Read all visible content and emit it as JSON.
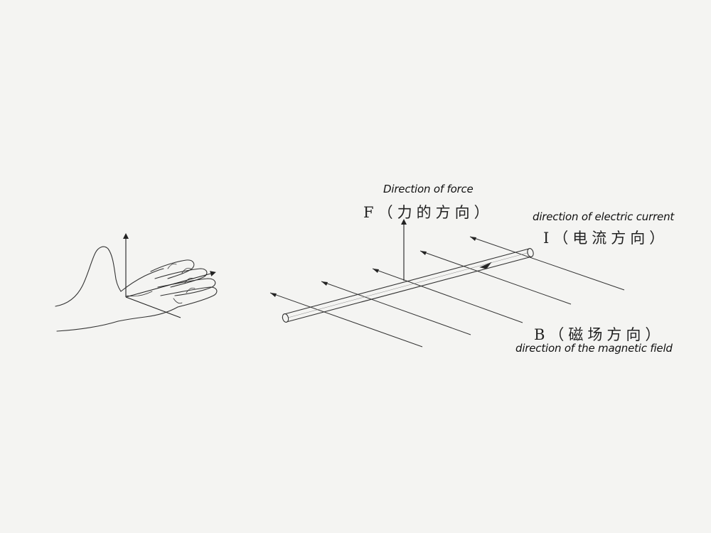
{
  "labels": {
    "force_en": "Direction of force",
    "force_zh": "F（力的方向）",
    "current_en": "direction of electric current",
    "current_zh": "I（电流方向）",
    "field_zh": "B（磁场方向）",
    "field_en": "direction of the magnetic field"
  },
  "colors": {
    "background": "#f4f4f2",
    "ink": "#222222"
  }
}
